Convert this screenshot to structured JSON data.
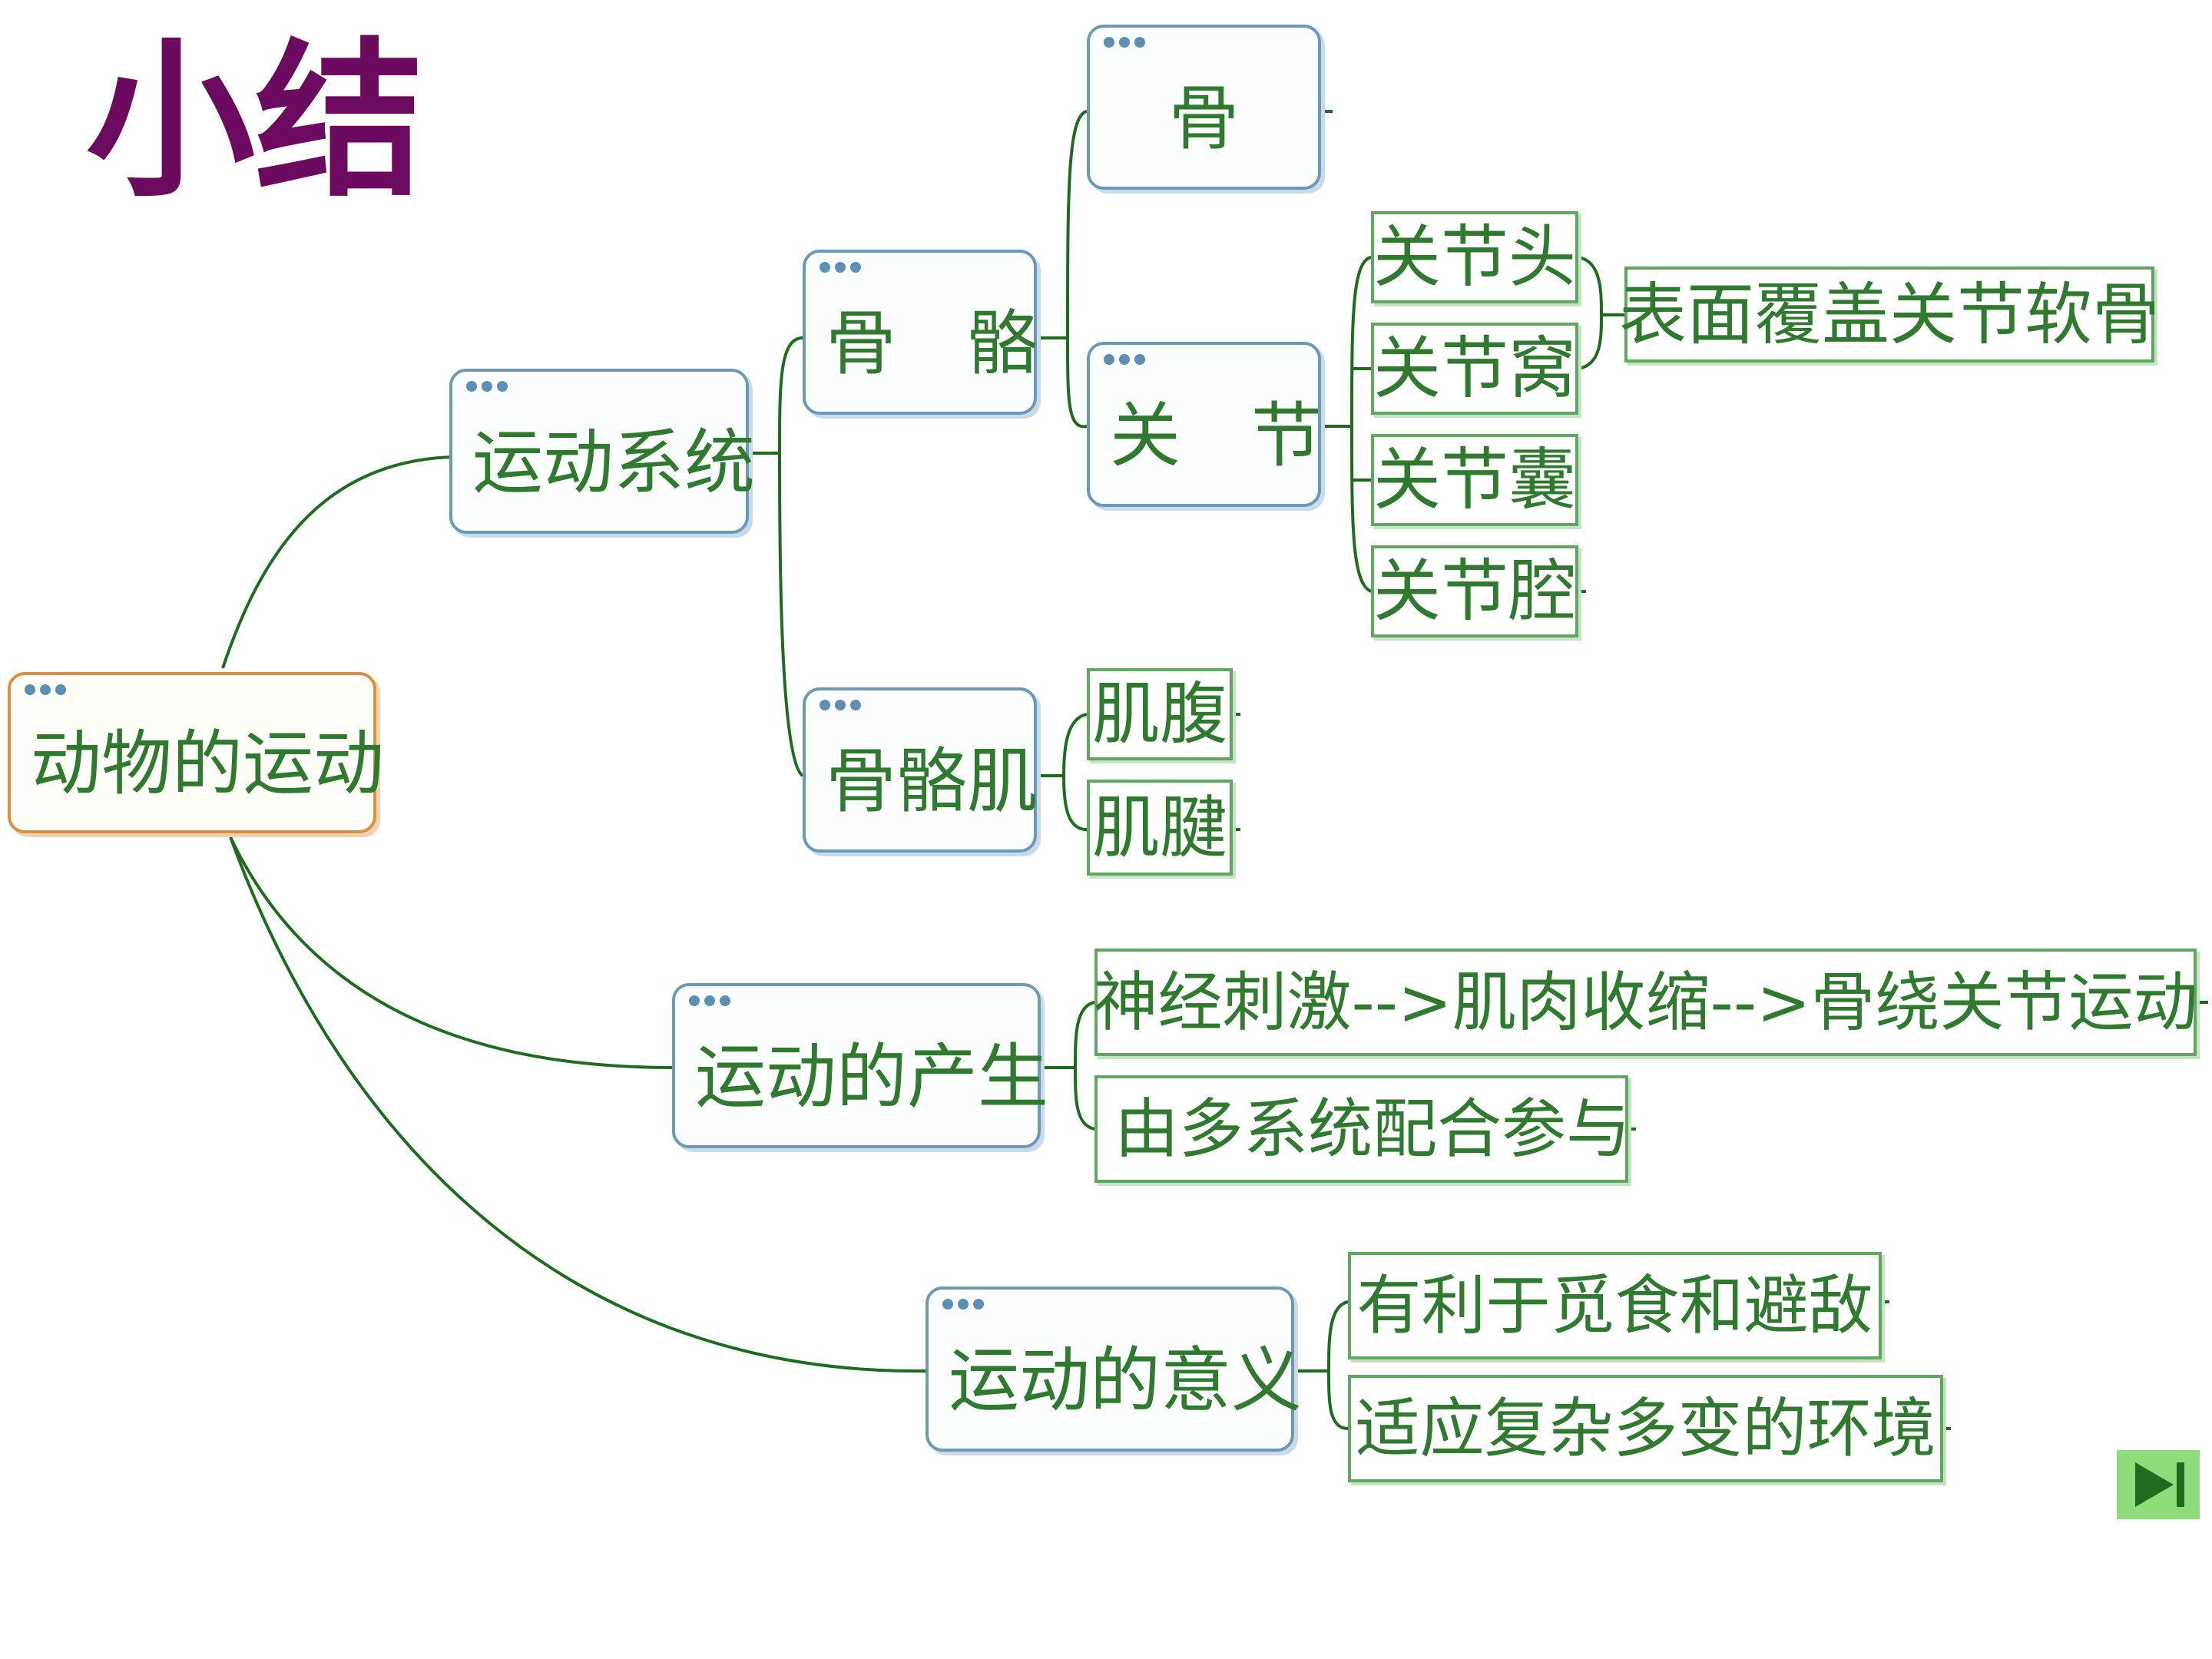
{
  "title": "小结",
  "nodes": {
    "root": "动物的运动",
    "locomotor_system": "运动系统",
    "skeleton": "骨　骼",
    "bone": "骨",
    "joint": "关　节",
    "skeletal_muscle": "骨骼肌",
    "movement_production": "运动的产生",
    "movement_significance": "运动的意义"
  },
  "leaves": {
    "joint_head": "关节头",
    "joint_socket": "关节窝",
    "joint_capsule": "关节囊",
    "joint_cavity": "关节腔",
    "cartilage": "表面覆盖关节软骨",
    "muscle_belly": "肌腹",
    "tendon": "肌腱",
    "process_chain": "神经刺激-->肌肉收缩-->骨绕关节运动",
    "multi_system": "由多系统配合参与",
    "food_escape": "有利于觅食和避敌",
    "adapt_env": "适应复杂多变的环境"
  },
  "colors": {
    "title": "#6b0a5f",
    "node_border": "#6b9ab8",
    "root_border": "#d99043",
    "leaf_border": "#5fa85f",
    "text": "#2f7a2f",
    "connector": "#1f6b1f",
    "play_button": "#8fdc7a"
  },
  "icons": {
    "play": "play-next-icon",
    "node_menu": "three-dots-icon"
  }
}
